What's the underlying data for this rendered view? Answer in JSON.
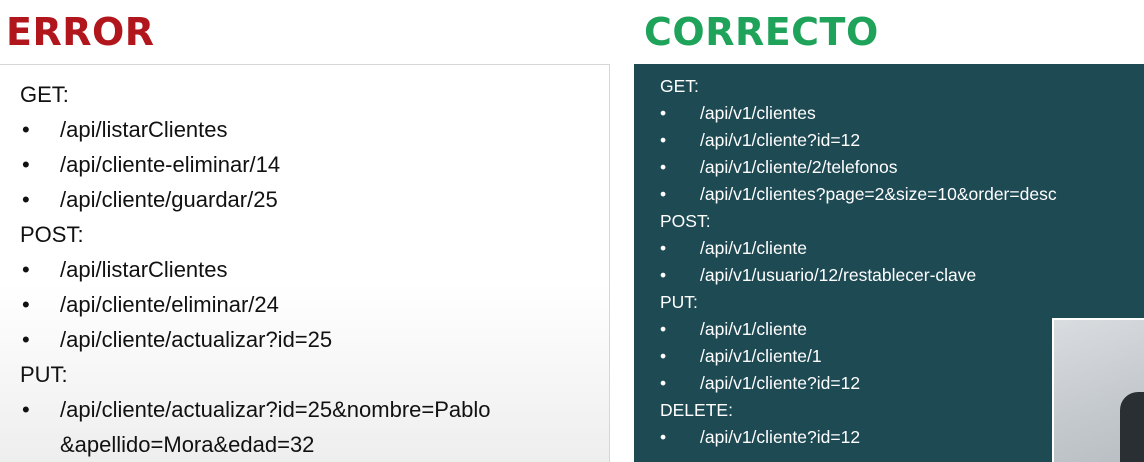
{
  "error_column": {
    "heading": "ERROR",
    "sections": [
      {
        "method": "GET:",
        "endpoints": [
          "/api/listarClientes",
          "/api/cliente-eliminar/14",
          "/api/cliente/guardar/25"
        ]
      },
      {
        "method": "POST:",
        "endpoints": [
          "/api/listarClientes",
          "/api/cliente/eliminar/24",
          "/api/cliente/actualizar?id=25"
        ]
      },
      {
        "method": "PUT:",
        "endpoints": [
          "/api/cliente/actualizar?id=25&nombre=Pablo",
          "&apellido=Mora&edad=32"
        ]
      }
    ]
  },
  "correct_column": {
    "heading": "CORRECTO",
    "sections": [
      {
        "method": "GET:",
        "endpoints": [
          "/api/v1/clientes",
          "/api/v1/cliente?id=12",
          "/api/v1/cliente/2/telefonos",
          "/api/v1/clientes?page=2&size=10&order=desc"
        ]
      },
      {
        "method": "POST:",
        "endpoints": [
          "/api/v1/cliente",
          "/api/v1/usuario/12/restablecer-clave"
        ]
      },
      {
        "method": "PUT:",
        "endpoints": [
          "/api/v1/cliente",
          "/api/v1/cliente/1",
          "/api/v1/cliente?id=12"
        ]
      },
      {
        "method": "DELETE:",
        "endpoints": [
          "/api/v1/cliente?id=12"
        ]
      }
    ]
  },
  "bullet_glyph": "•",
  "colors": {
    "error_heading": "#b0161c",
    "correct_heading": "#1fa35a",
    "correct_panel": "#1e4a54"
  }
}
